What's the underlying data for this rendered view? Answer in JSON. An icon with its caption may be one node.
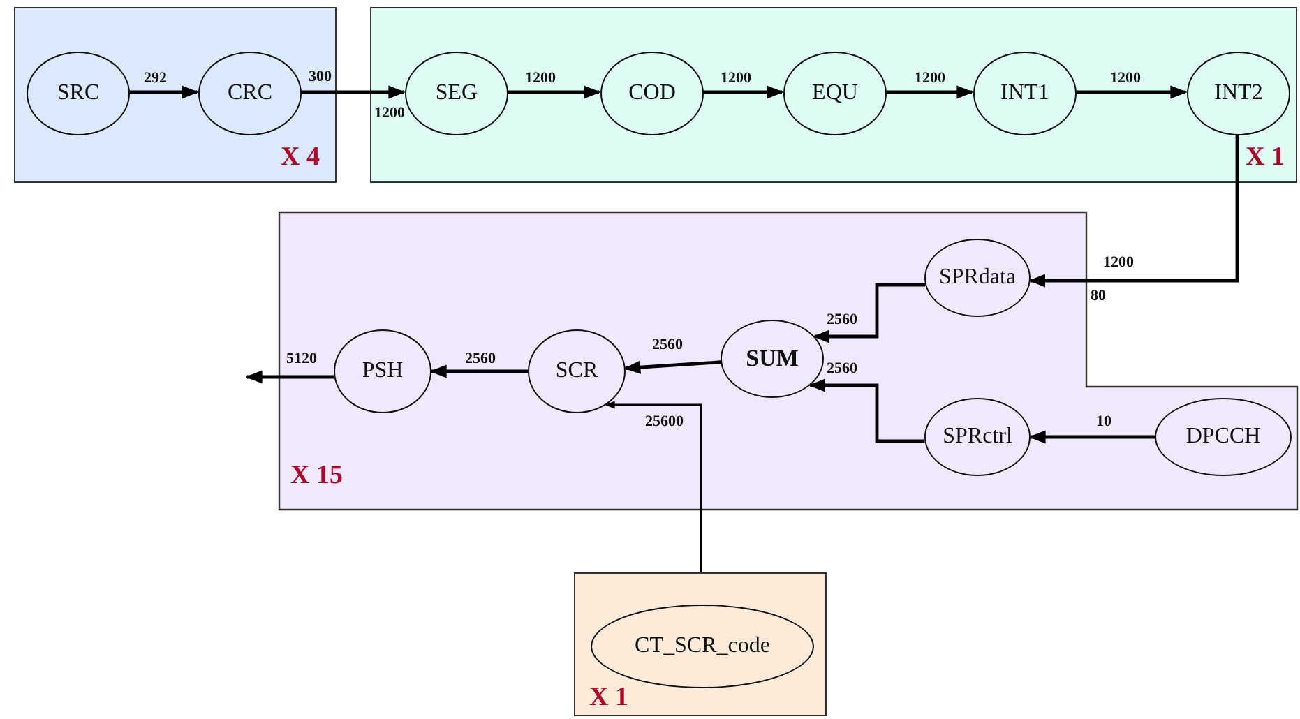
{
  "diagram": {
    "nodes": [
      {
        "text": [
          "X 4"
        ]
      },
      {
        "text": [
          "SRC"
        ],
        "in": 0
      },
      {
        "text": [
          "CRC"
        ],
        "in": 0
      },
      {
        "text": [
          "X 1"
        ]
      },
      {
        "text": [
          "SEG"
        ],
        "in": 3
      },
      {
        "text": [
          "COD"
        ],
        "in": 3
      },
      {
        "text": [
          "EQU"
        ],
        "in": 3
      },
      {
        "text": [
          "INT1"
        ],
        "in": 3
      },
      {
        "text": [
          "INT2"
        ],
        "in": 3
      },
      {
        "text": [
          "X 15"
        ]
      },
      {
        "text": [
          "PSH"
        ],
        "in": 9
      },
      {
        "text": [
          "SCR"
        ],
        "in": 9
      },
      {
        "text": [
          "SUM"
        ],
        "in": 9
      },
      {
        "text": [
          "SPRdata"
        ],
        "in": 9
      },
      {
        "text": [
          "SPRctrl"
        ],
        "in": 9
      },
      {
        "text": [
          "DPCCH"
        ],
        "in": 9
      },
      {
        "text": [
          "X 1"
        ]
      },
      {
        "text": [
          "CT_SCR_code"
        ],
        "in": 16
      }
    ],
    "edges": [
      {
        "from": 1,
        "to": 2,
        "arrow": "to",
        "label": "292"
      },
      {
        "from": 2,
        "to": 4,
        "arrow": "to",
        "label": "300"
      },
      {
        "from": 4,
        "to": 5,
        "arrow": "to",
        "label": "1200"
      },
      {
        "from": 5,
        "to": 6,
        "arrow": "to",
        "label": "1200"
      },
      {
        "from": 6,
        "to": 7,
        "arrow": "to",
        "label": "1200"
      },
      {
        "from": 7,
        "to": 8,
        "arrow": "to",
        "label": "1200"
      },
      {
        "from": 8,
        "to": 13,
        "arrow": "to",
        "label": "1200"
      },
      {
        "from": 13,
        "to": 12,
        "arrow": "to",
        "label": "2560"
      },
      {
        "from": 14,
        "to": 12,
        "arrow": "to",
        "label": "2560"
      },
      {
        "from": 15,
        "to": 14,
        "arrow": "to",
        "label": "10"
      },
      {
        "from": 12,
        "to": 11,
        "arrow": "to",
        "label": "2560"
      },
      {
        "from": 11,
        "to": 10,
        "arrow": "to",
        "label": "2560"
      },
      {
        "from": 10,
        "to": null,
        "arrow": "to",
        "label": "5120"
      },
      {
        "from": 16,
        "to": 11,
        "arrow": "to",
        "label": "25600"
      }
    ],
    "labels": [
      "1200",
      "80"
    ]
  }
}
